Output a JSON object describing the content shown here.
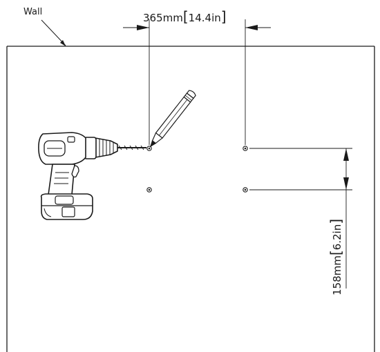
{
  "wall_label": "Wall",
  "horizontal_dimension": {
    "value_mm": "365mm",
    "value_in": "14.4in"
  },
  "vertical_dimension": {
    "value_mm": "158mm",
    "value_in": "6.2in"
  },
  "colors": {
    "line": "#1a1a1a",
    "tool_body": "#ffffff"
  }
}
